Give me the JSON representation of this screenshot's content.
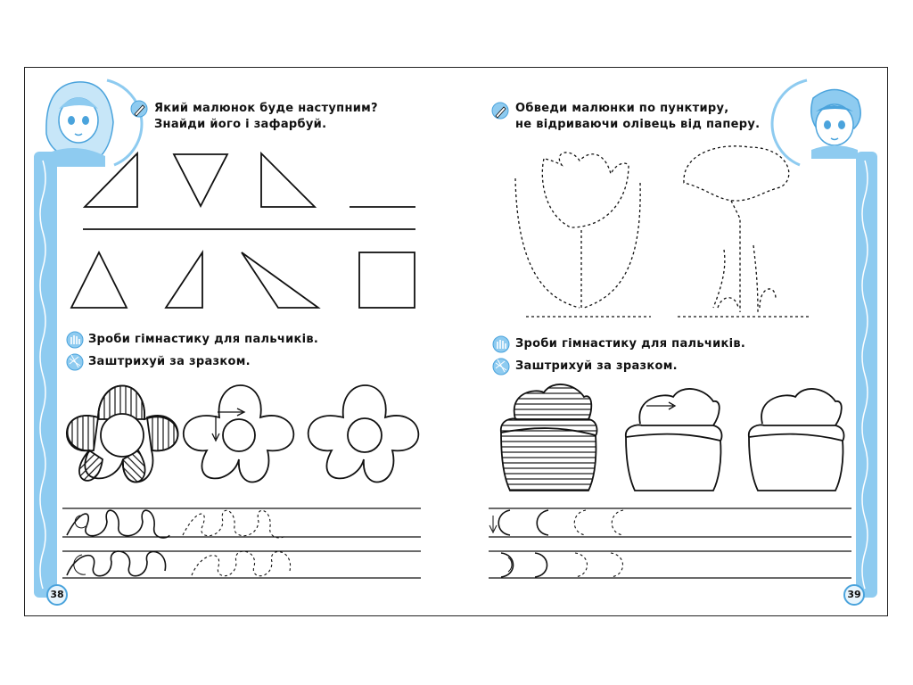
{
  "left_page": {
    "page_number": "38",
    "task1": {
      "line1": "Який малюнок буде наступним?",
      "line2": "Знайди його і зафарбуй."
    },
    "task2": "Зроби гімнастику для пальчиків.",
    "task3": "Заштрихуй за зразком."
  },
  "right_page": {
    "page_number": "39",
    "task1": {
      "line1": "Обведи малюнки по пунктиру,",
      "line2": "не відриваючи олівець від паперу."
    },
    "task2": "Зроби гімнастику для пальчиків.",
    "task3": "Заштрихуй за зразком."
  },
  "colors": {
    "accent": "#8ecbf0",
    "accent_dark": "#4aa3dc",
    "ink": "#111111",
    "badge_fill": "#e8f5fd"
  }
}
